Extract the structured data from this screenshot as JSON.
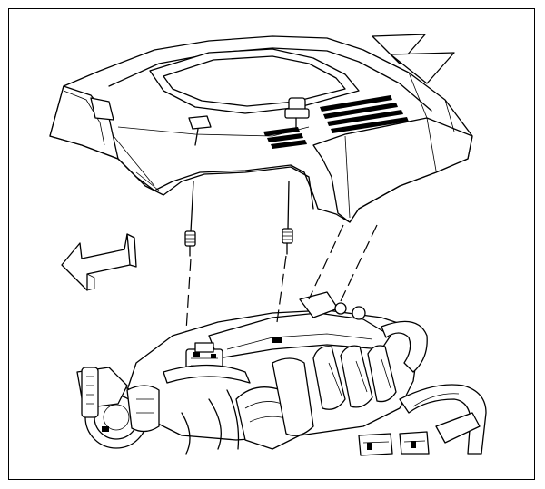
{
  "figure": {
    "subject": "engine-cover-removal-illustration",
    "parts": [
      "engine-cover",
      "cover-retaining-stud-left",
      "cover-retaining-stud-right",
      "intake-manifold",
      "throttle-body",
      "direction-arrow"
    ],
    "colors": {
      "line": "#000000",
      "background": "#ffffff"
    }
  }
}
